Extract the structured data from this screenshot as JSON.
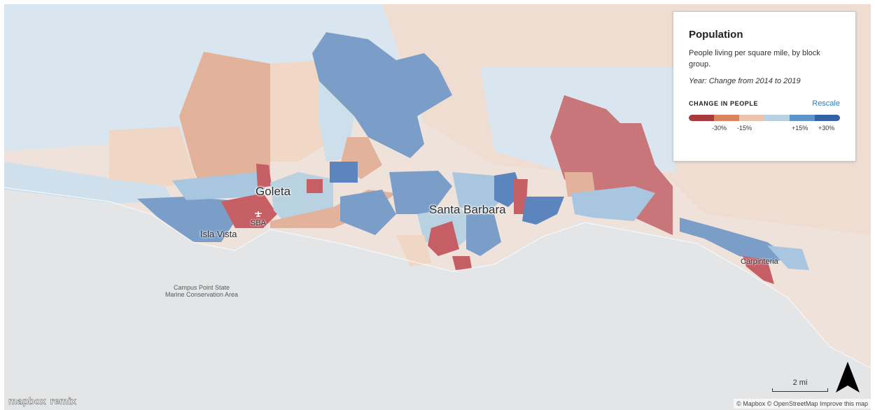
{
  "legend": {
    "title": "Population",
    "description": "People living per square mile, by block group.",
    "year": "Year: Change from 2014 to 2019",
    "scale_heading": "CHANGE IN PEOPLE",
    "rescale_label": "Rescale",
    "ramp_colors": [
      "#a83a3e",
      "#d9845e",
      "#eac4ac",
      "#b8d2e2",
      "#5d95cb",
      "#3462a5"
    ],
    "ticks": [
      "-30%",
      "-15%",
      "+15%",
      "+30%"
    ]
  },
  "places": {
    "goleta": "Goleta",
    "sba": "SBA",
    "isla_vista": "Isla Vista",
    "santa_barbara": "Santa Barbara",
    "carpinteria": "Carpinteria",
    "campus_point": "Campus Point State Marine Conservation Area"
  },
  "map": {
    "scale_label": "2 mi",
    "attribution": "© Mapbox © OpenStreetMap Improve this map",
    "brand_mapbox": "mapbox",
    "brand_remix": "remix"
  }
}
